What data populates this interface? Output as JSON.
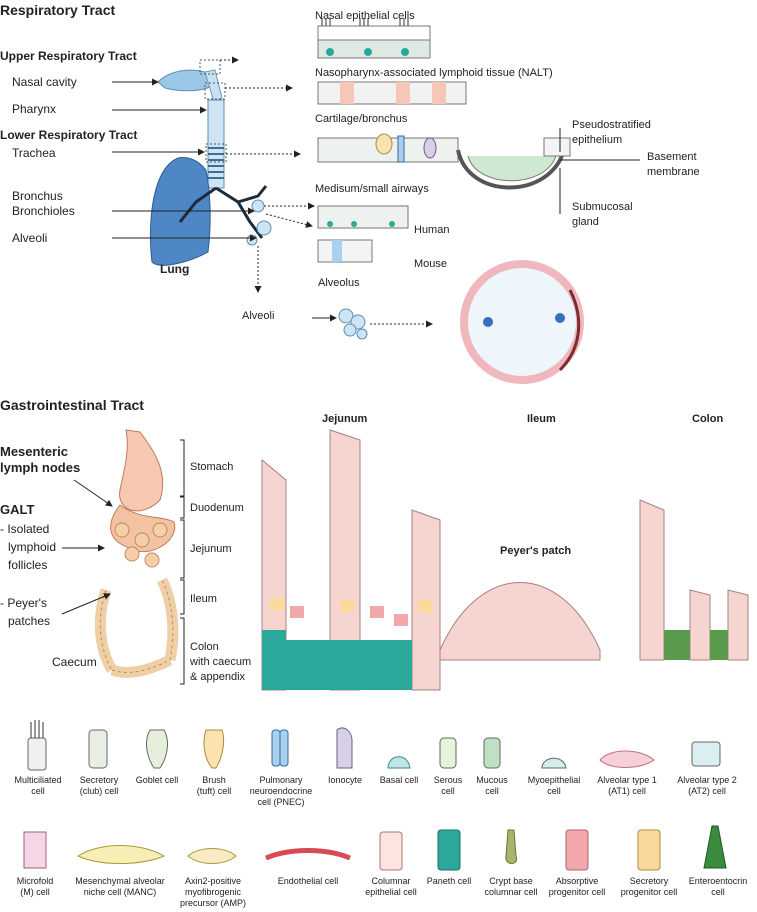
{
  "respiratory": {
    "title": "Respiratory Tract",
    "upper_title": "Upper Respiratory Tract",
    "lower_title": "Lower Respiratory Tract",
    "nasal_cavity": "Nasal cavity",
    "pharynx": "Pharynx",
    "trachea": "Trachea",
    "bronchus": "Bronchus",
    "bronchioles": "Bronchioles",
    "alveoli_left": "Alveoli",
    "lung": "Lung",
    "nasal_epithelial": "Nasal epithelial cells",
    "nalt": "Nasopharynx-associated lymphoid tissue (NALT)",
    "cartilage": "Cartilage/bronchus",
    "medium_airways": "Medisum/small airways",
    "human": "Human",
    "mouse": "Mouse",
    "alveolus": "Alveolus",
    "alveoli_bottom": "Alveoli",
    "pseudostratified_1": "Pseudostratified",
    "pseudostratified_2": "epithelium",
    "basement_1": "Basement",
    "basement_2": "membrane",
    "submucosal_1": "Submucosal",
    "submucosal_2": "gland"
  },
  "gi": {
    "title": "Gastrointestinal Tract",
    "mesenteric_1": "Mesenteric",
    "mesenteric_2": "lymph nodes",
    "galt": "GALT",
    "isolated_1": "- Isolated",
    "isolated_2": "lymphoid",
    "isolated_3": "follicles",
    "peyers_1": "- Peyer's",
    "peyers_2": "patches",
    "caecum": "Caecum",
    "stomach": "Stomach",
    "duodenum": "Duodenum",
    "jejunum": "Jejunum",
    "ileum": "Ileum",
    "colon_1": "Colon",
    "colon_2": "with caecum",
    "colon_3": "& appendix",
    "col_jejunum": "Jejunum",
    "col_ileum": "Ileum",
    "col_colon": "Colon",
    "peyers_patch": "Peyer's patch"
  },
  "legend": {
    "row1": [
      {
        "label": "Multiciliated cell",
        "icon": "multiciliated-cell-icon",
        "color": "#f0f0f0"
      },
      {
        "label": "Secretory (club) cell",
        "icon": "club-cell-icon",
        "color": "#e8eee4"
      },
      {
        "label": "Goblet cell",
        "icon": "goblet-cell-icon",
        "color": "#e6efdc"
      },
      {
        "label": "Brush (tuft) cell",
        "icon": "tuft-cell-icon",
        "color": "#fbe3b0"
      },
      {
        "label": "Pulmonary neuroendocrine cell (PNEC)",
        "icon": "pnec-icon",
        "color": "#a9d0ee"
      },
      {
        "label": "Ionocyte",
        "icon": "ionocyte-icon",
        "color": "#d8d0e8"
      },
      {
        "label": "Basal cell",
        "icon": "basal-cell-icon",
        "color": "#bfe6e4"
      },
      {
        "label": "Serous cell",
        "icon": "serous-cell-icon",
        "color": "#e8f3dc"
      },
      {
        "label": "Mucous cell",
        "icon": "mucous-cell-icon",
        "color": "#bfe0c2"
      },
      {
        "label": "Myoepithelial cell",
        "icon": "myoepithelial-cell-icon",
        "color": "#d5ecea"
      },
      {
        "label": "Alveolar type 1 (AT1) cell",
        "icon": "at1-cell-icon",
        "color": "#f7cfd6"
      },
      {
        "label": "Alveolar type 2 (AT2) cell",
        "icon": "at2-cell-icon",
        "color": "#dbeef2"
      }
    ],
    "row2": [
      {
        "label": "Microfold (M) cell",
        "icon": "m-cell-icon",
        "color": "#f6d6e6"
      },
      {
        "label": "Mesenchymal alveolar niche cell (MANC)",
        "icon": "manc-icon",
        "color": "#f5efb5"
      },
      {
        "label": "Axin2-positive myofibrogenic precursor (AMP)",
        "icon": "amp-icon",
        "color": "#f8ebc3"
      },
      {
        "label": "Endothelial cell",
        "icon": "endothelial-cell-icon",
        "color": "#d94a58"
      },
      {
        "label": "Columnar epithelial cell",
        "icon": "columnar-cell-icon",
        "color": "#fde4e0"
      },
      {
        "label": "Paneth cell",
        "icon": "paneth-cell-icon",
        "color": "#2aa89a"
      },
      {
        "label": "Crypt base columnar cell",
        "icon": "cbc-icon",
        "color": "#aab36a"
      },
      {
        "label": "Absorptive progenitor cell",
        "icon": "absorptive-progenitor-icon",
        "color": "#f2a7ad"
      },
      {
        "label": "Secretory progenitor cell",
        "icon": "secretory-progenitor-icon",
        "color": "#fbd99a"
      },
      {
        "label": "Enteroentocrin cell",
        "icon": "enteroendocrine-cell-icon",
        "color": "#3c8a3e"
      }
    ]
  }
}
